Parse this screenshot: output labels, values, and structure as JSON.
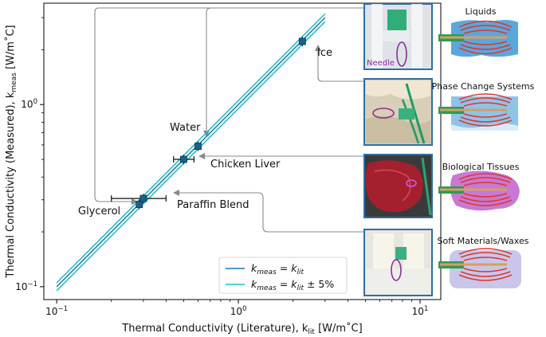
{
  "chart_data": {
    "type": "scatter",
    "xlabel": "Thermal Conductivity (Literature), k",
    "xlabel_sub": "lit",
    "xlabel_unit": " [W/m˚C]",
    "ylabel": "Thermal Conductivity (Measured), k",
    "ylabel_sub": "meas",
    "ylabel_unit": " [W/m˚C]",
    "x_scale": "log",
    "y_scale": "log",
    "xlim": [
      0.085,
      13.0
    ],
    "ylim": [
      0.085,
      3.6
    ],
    "x_ticks": [
      {
        "value": 0.1,
        "base": "10",
        "exp": "−1"
      },
      {
        "value": 1,
        "base": "10",
        "exp": "0"
      },
      {
        "value": 10,
        "base": "10",
        "exp": "1"
      }
    ],
    "y_ticks": [
      {
        "value": 0.1,
        "base": "10",
        "exp": "−1"
      },
      {
        "value": 1,
        "base": "10",
        "exp": "0"
      }
    ],
    "reference_lines": {
      "range": [
        0.1,
        3.0
      ],
      "center_color": "#1f77b4",
      "band_color": "#17becf",
      "band_fraction": 0.05
    },
    "points": [
      {
        "label": "Glycerol",
        "x": 0.285,
        "y": 0.283,
        "xerr": [
          0.285,
          0.285
        ]
      },
      {
        "label": "Paraffin Blend",
        "x": 0.3,
        "y": 0.305,
        "xerr": [
          0.2,
          0.4
        ]
      },
      {
        "label": "Chicken Liver",
        "x": 0.5,
        "y": 0.5,
        "xerr": [
          0.44,
          0.57
        ]
      },
      {
        "label": "Water",
        "x": 0.6,
        "y": 0.59,
        "xerr": [
          0.6,
          0.6
        ]
      },
      {
        "label": "Ice",
        "x": 2.25,
        "y": 2.22,
        "xerr": [
          2.25,
          2.25
        ]
      }
    ],
    "legend": {
      "placement": "lower-right",
      "entries": [
        {
          "k": "k",
          "sub": "meas",
          "eq": " = ",
          "k2": "k",
          "sub2": "lit",
          "tail": ""
        },
        {
          "k": "k",
          "sub": "meas",
          "eq": " = ",
          "k2": "k",
          "sub2": "lit",
          "tail": " ± 5%"
        }
      ]
    }
  },
  "panels": [
    {
      "title": "Liquids",
      "photo_label": "Needle"
    },
    {
      "title": "Phase Change Systems",
      "photo_label": ""
    },
    {
      "title": "Biological Tissues",
      "photo_label": ""
    },
    {
      "title": "Soft Materials/Waxes",
      "photo_label": ""
    }
  ],
  "colors": {
    "photo_border": "#2f6ea6",
    "marker": "#1f5f8b",
    "connector": "#888888",
    "heat_lines": "#e0352b",
    "accent_purple": "#8a2d9a"
  }
}
